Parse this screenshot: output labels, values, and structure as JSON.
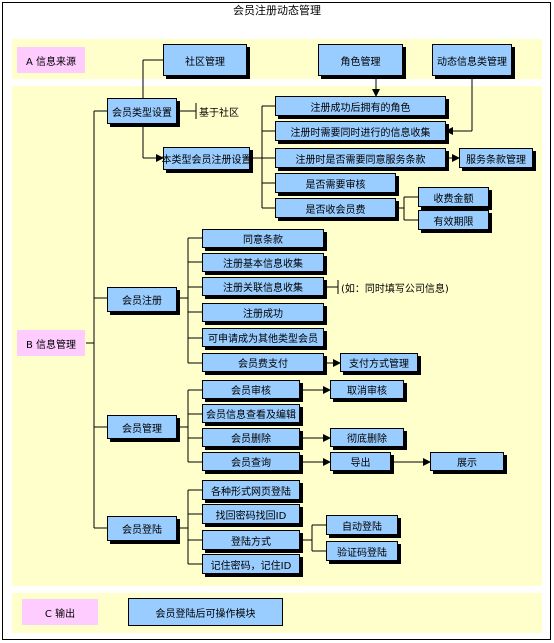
{
  "title": "会员注册动态管理",
  "sections": {
    "a": "A 信息来源",
    "b": "B 信息管理",
    "c": "C 输出"
  },
  "sources": {
    "community": "社区管理",
    "role": "角色管理",
    "dynamic": "动态信息类管理"
  },
  "type_setting": {
    "label": "会员类型设置",
    "based_on": "基于社区",
    "reg_setting": "本类型会员注册设置",
    "items": [
      "注册成功后拥有的角色",
      "注册时需要同时进行的信息收集",
      "注册时是否需要同意服务条款",
      "是否需要审核",
      "是否收会员费"
    ],
    "service_terms": "服务条款管理",
    "fee": [
      "收费金额",
      "有效期限"
    ]
  },
  "registration": {
    "label": "会员注册",
    "items": [
      "同意条款",
      "注册基本信息收集",
      "注册关联信息收集",
      "注册成功",
      "可申请成为其他类型会员",
      "会员费支付"
    ],
    "related_note": "(如：同时填写公司信息)",
    "payment_mgmt": "支付方式管理"
  },
  "management": {
    "label": "会员管理",
    "items": [
      "会员审核",
      "会员信息查看及编辑",
      "会员删除",
      "会员查询"
    ],
    "cancel_audit": "取消审核",
    "full_delete": "彻底删除",
    "export": "导出",
    "display": "展示"
  },
  "login": {
    "label": "会员登陆",
    "items": [
      "各种形式网页登陆",
      "找回密码找回ID",
      "登陆方式",
      "记住密码，记住ID"
    ],
    "auto_login": "自动登陆",
    "code_login": "验证码登陆"
  },
  "output": {
    "module": "会员登陆后可操作模块"
  }
}
